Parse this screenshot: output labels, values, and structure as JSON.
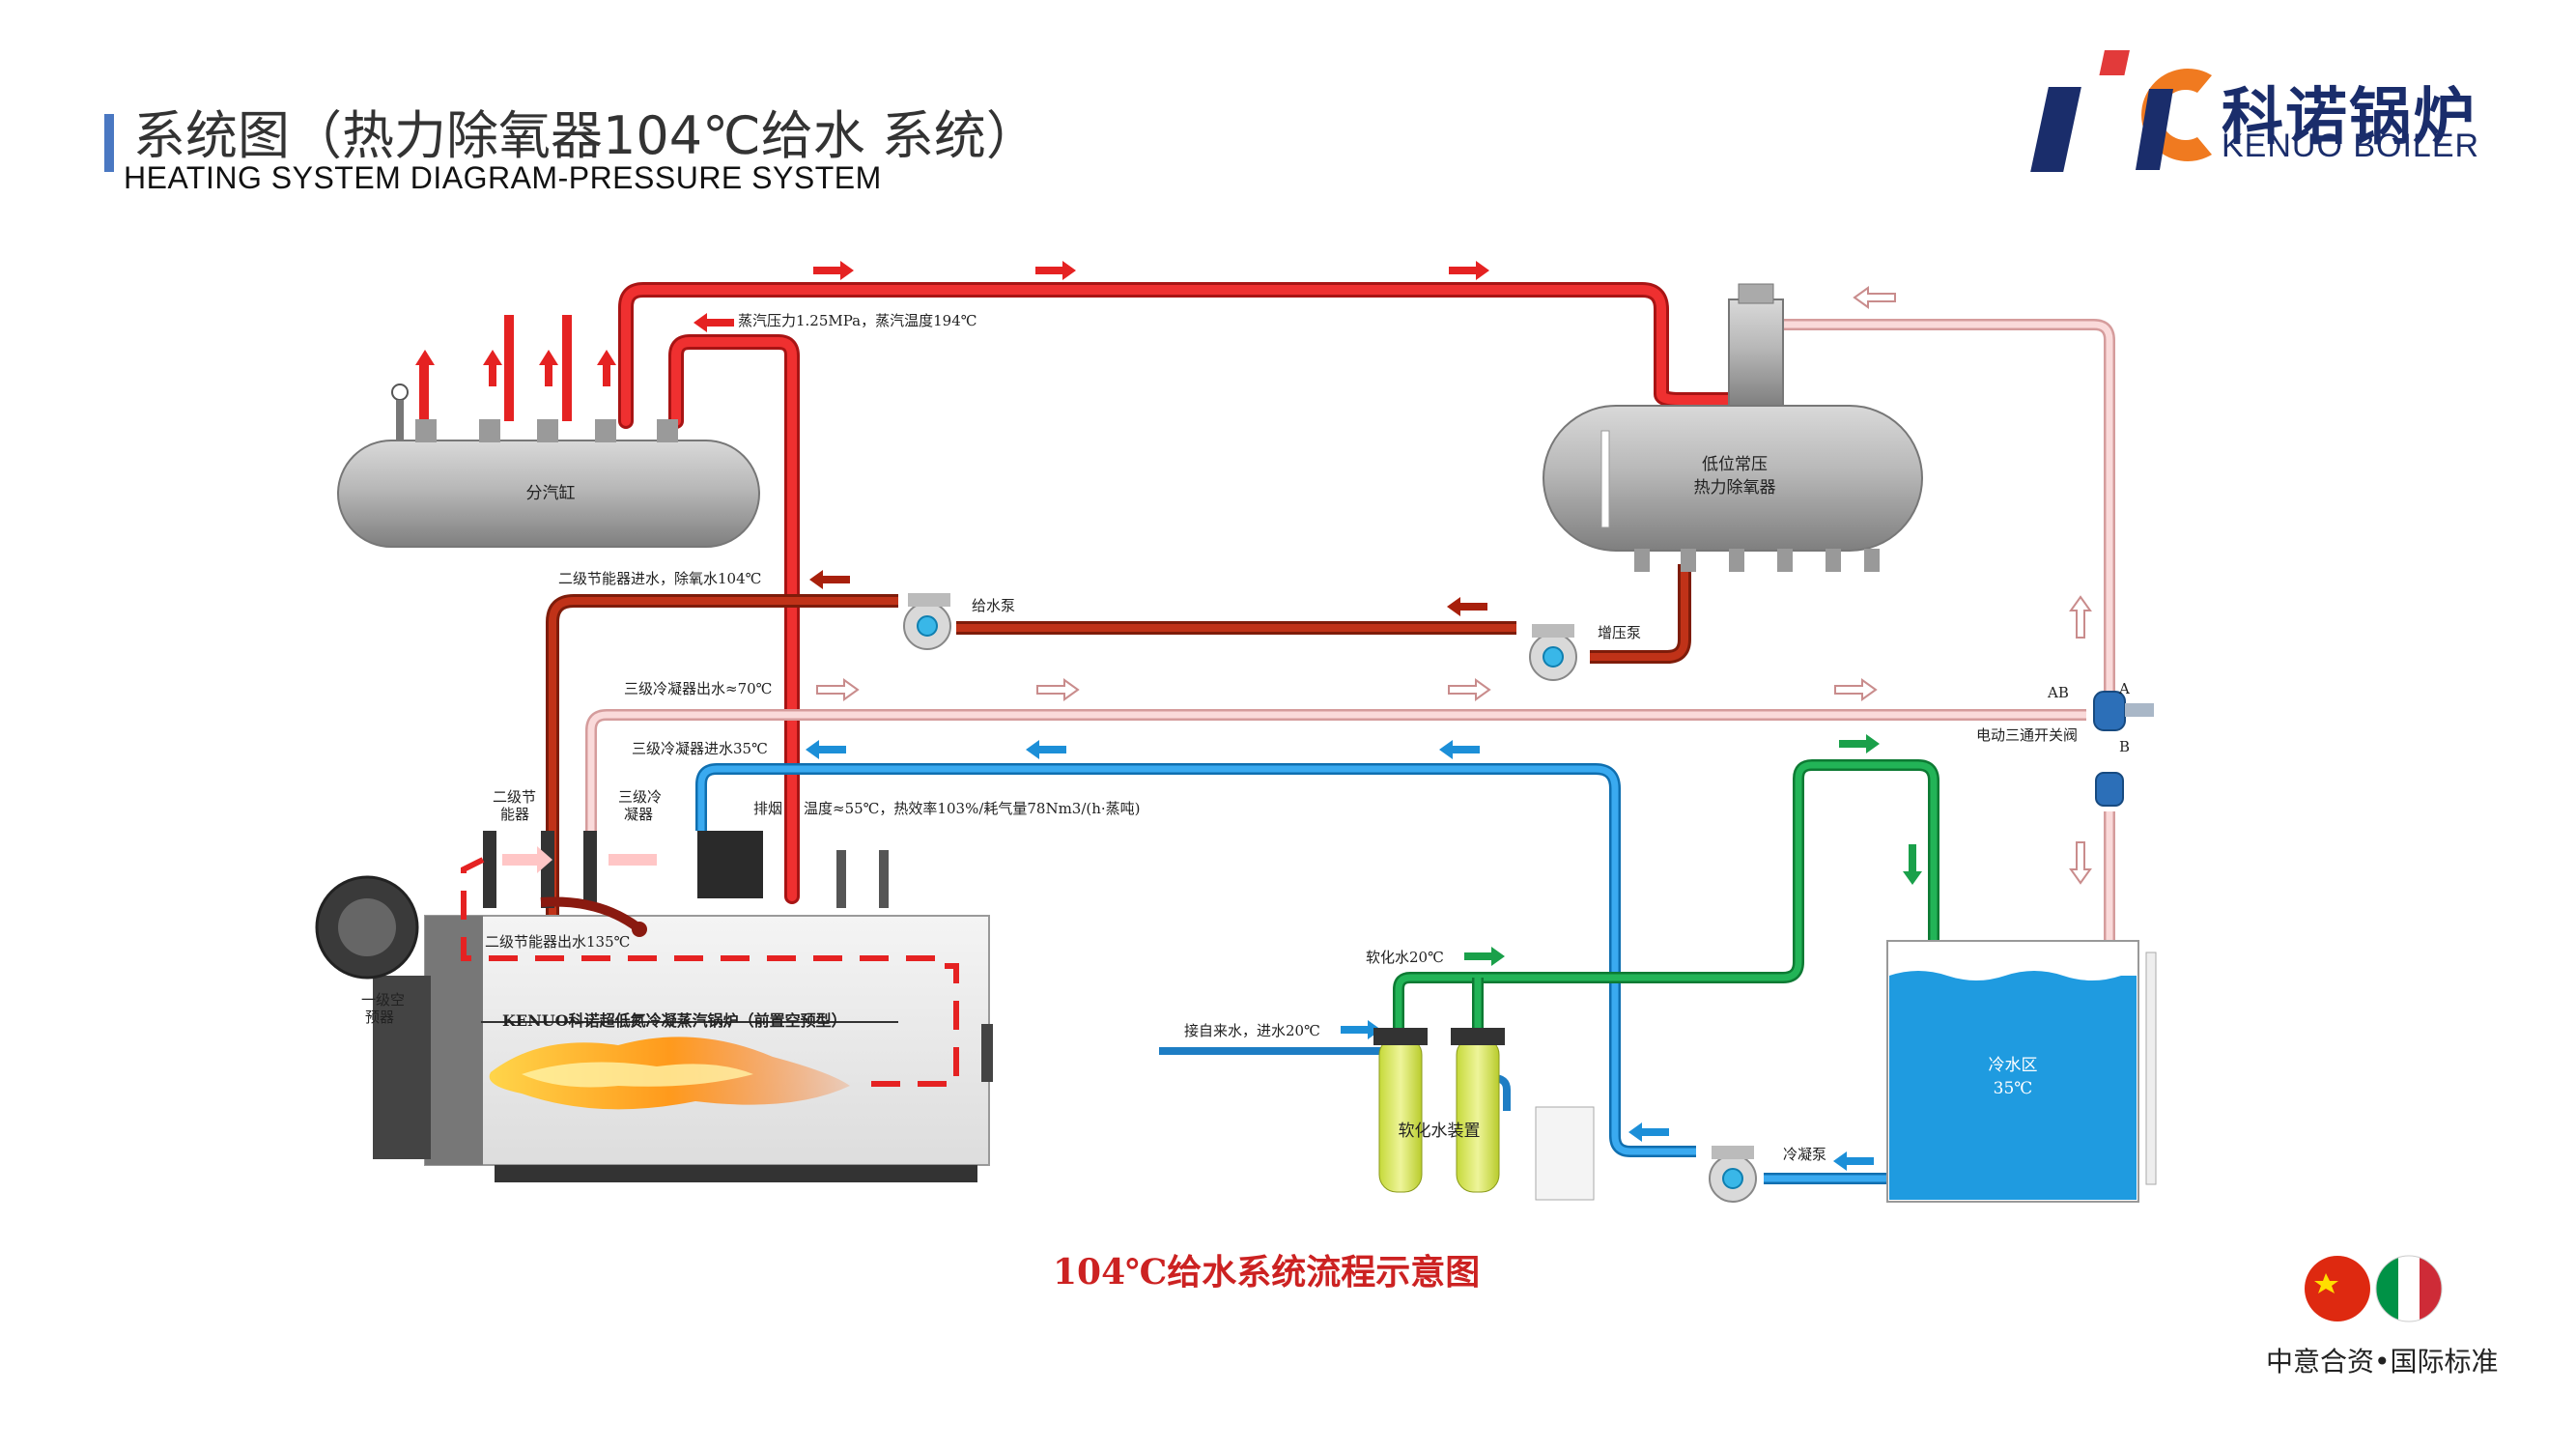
{
  "header": {
    "title_zh": "系统图（热力除氧器104℃给水 系统）",
    "title_en": "HEATING SYSTEM DIAGRAM-PRESSURE SYSTEM"
  },
  "brand": {
    "name_zh": "科诺锅炉",
    "name_en": "KENUO BOILER",
    "colors": {
      "blue": "#1a2d6b",
      "red": "#e23a3a",
      "orange": "#f07a20"
    }
  },
  "labels": {
    "steam_header": "分汽缸",
    "steam_note": "蒸汽压力1.25MPa，蒸汽温度194℃",
    "deaerator_line1": "低位常压",
    "deaerator_line2": "热力除氧器",
    "feed_pump": "给水泵",
    "booster_pump": "增压泵",
    "eco2_in": "二级节能器进水，除氧水104℃",
    "cond3_out": "三级冷凝器出水≈70℃",
    "cond3_in": "三级冷凝器进水35℃",
    "valve_ab": "AB",
    "valve_a": "A",
    "valve_b": "B",
    "valve_name": "电动三通开关阀",
    "eco2_line1": "二级节",
    "eco2_line2": "能器",
    "cond3_line1": "三级冷",
    "cond3_line2": "凝器",
    "exhaust": "排烟",
    "exhaust_note": "温度≈55℃，热效率103%/耗气量78Nm3/(h·蒸吨)",
    "eco2_out": "二级节能器出水135℃",
    "preheater_line1": "一级空",
    "preheater_line2": "预器",
    "boiler_name": "KENUO科诺超低氮冷凝蒸汽锅炉（前置空预型）",
    "soft_water": "软化水20℃",
    "tap_water": "接自来水，进水20℃",
    "softener": "软化水装置",
    "tank_line1": "冷水区",
    "tank_line2": "35℃",
    "cond_pump": "冷凝泵"
  },
  "caption": "104℃给水系统流程示意图",
  "footer": {
    "jv_text": "中意合资•国际标准"
  },
  "colors": {
    "steam": "#e52222",
    "feed": "#b12a12",
    "return_pink": "#f4c4c4",
    "cold": "#1c8fd8",
    "soft": "#1aa04a",
    "tank_water": "#1f9be0"
  }
}
